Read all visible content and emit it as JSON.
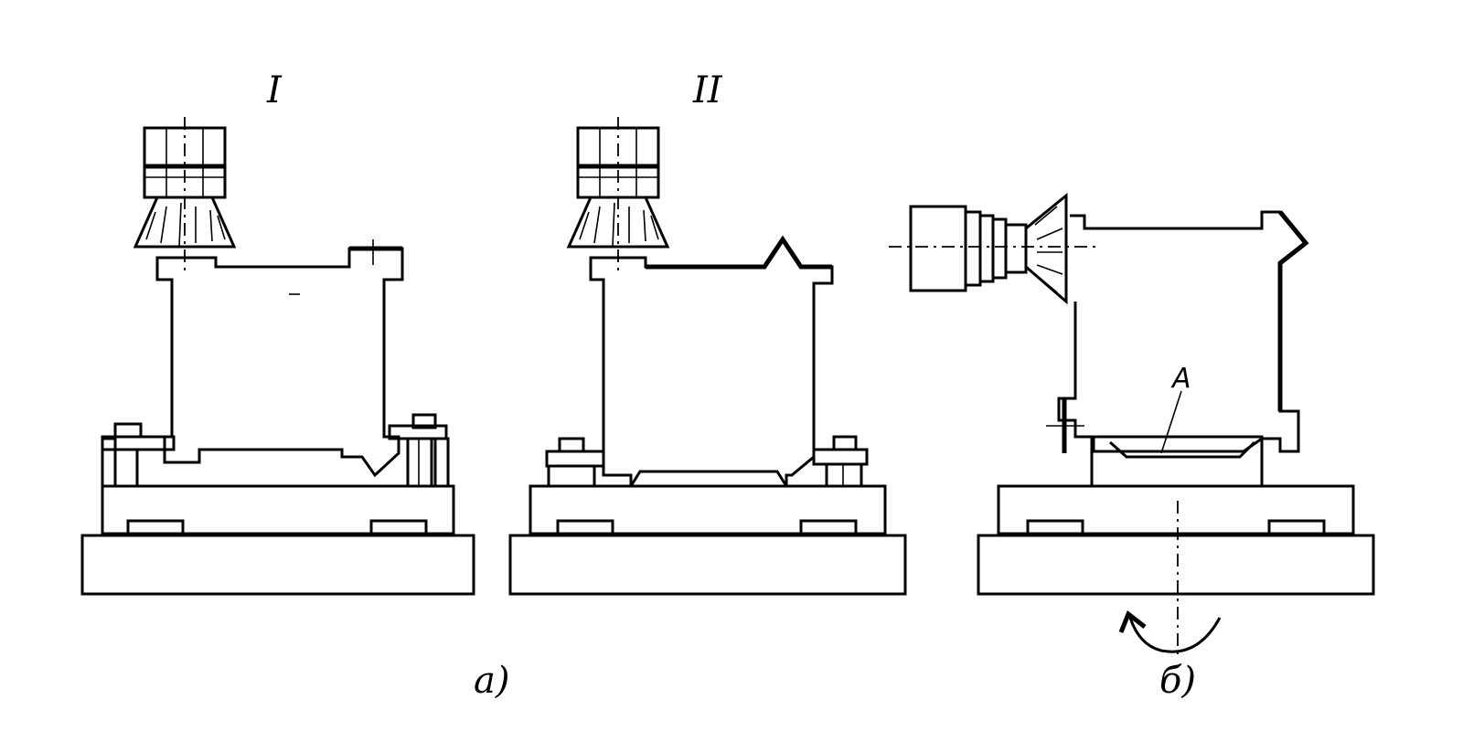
{
  "diagram": {
    "labels": {
      "position_1": "I",
      "position_2": "II",
      "surface": "A",
      "caption_a": "a)",
      "caption_b": "б)"
    },
    "colors": {
      "line": "#000000",
      "background": "#ffffff"
    },
    "icons": [
      "rotation-arrow-icon",
      "milling-cutter-icon"
    ]
  }
}
